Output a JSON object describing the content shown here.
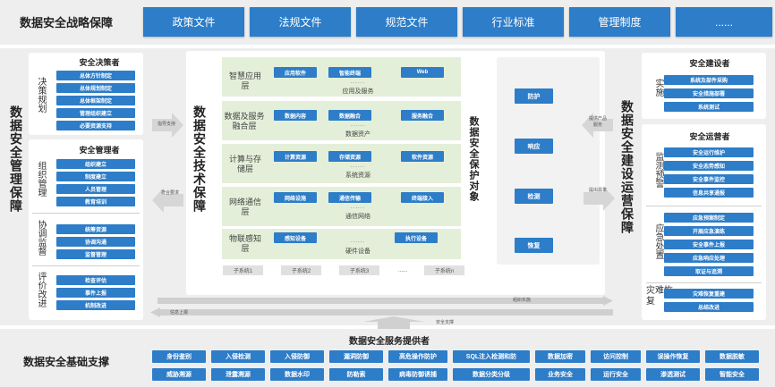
{
  "top": {
    "title": "数据安全战略保障",
    "tabs": [
      "政策文件",
      "法规文件",
      "规范文件",
      "行业标准",
      "管理制度",
      "......"
    ]
  },
  "left": {
    "title": "数据安全管理保障",
    "decision": {
      "title": "安全决策者",
      "group_label": "决策规划",
      "items": [
        "总体方针制定",
        "总体规划制定",
        "总体框架制定",
        "管理组织建立",
        "必要资源支持"
      ]
    },
    "manager": {
      "title": "安全管理者",
      "groups": [
        {
          "label": "组织管理",
          "items": [
            "组织建立",
            "制度建立",
            "人员管理",
            "教育培训"
          ]
        },
        {
          "label": "协调监督",
          "items": [
            "统筹资源",
            "协调沟通",
            "监督管理"
          ]
        },
        {
          "label": "评价改进",
          "items": [
            "检查评估",
            "事件上报",
            "机制改进"
          ]
        }
      ]
    }
  },
  "arrows": {
    "guide": "指导支持",
    "comply": "符合要求",
    "provide": "提供产品服务",
    "request": "提出需求",
    "org_impl": "组织实施",
    "info_report": "信息上报",
    "safety_support": "安全支撑"
  },
  "center": {
    "title": "数据安全技术保障",
    "layers": [
      {
        "name": "智慧应用层",
        "items": [
          "应用软件",
          "智能终端",
          "Web"
        ],
        "caption": "应用及服务",
        "dots": "......"
      },
      {
        "name": "数据及服务融合层",
        "items": [
          "数据内容",
          "数据融合",
          "服务融合"
        ],
        "caption": "数据资产",
        "dots": "......"
      },
      {
        "name": "计算与存储层",
        "items": [
          "计算资源",
          "存储资源",
          "软件资源"
        ],
        "caption": "系统资源",
        "dots": "......"
      },
      {
        "name": "网络通信层",
        "items": [
          "网络设施",
          "通信传输",
          "终端接入"
        ],
        "caption": "通信网络",
        "dots": "......"
      },
      {
        "name": "物联感知层",
        "items": [
          "感知设备",
          "执行设备"
        ],
        "caption": "硬件设备",
        "dots": "......"
      }
    ],
    "subsystems": [
      "子系统1",
      "子系统2",
      "子系统3",
      "......",
      "子系统n"
    ],
    "protect_title": "数据安全保护对象",
    "protect_items": [
      "防护",
      "响应",
      "检测",
      "恢复"
    ]
  },
  "right": {
    "title": "数据安全建设运营保障",
    "builder": {
      "title": "安全建设者",
      "group_label": "实施",
      "items": [
        "系统及部件采购",
        "安全措施部署",
        "系统测试"
      ]
    },
    "operator": {
      "title": "安全运营者",
      "groups": [
        {
          "label": "监测预警",
          "items": [
            "安全运行维护",
            "安全态势感知",
            "安全事件监控",
            "信息共享通报"
          ]
        },
        {
          "label": "应急处置",
          "items": [
            "应急预案制定",
            "开展应急演练",
            "安全事件上报",
            "应急响应处理",
            "取证与追溯"
          ]
        },
        {
          "label": "灾难恢复",
          "items": [
            "灾难恢复重建",
            "总结改进"
          ]
        }
      ]
    }
  },
  "bottom": {
    "title": "数据安全基础支撑",
    "provider_title": "数据安全服务提供者",
    "row1": [
      "身份鉴别",
      "入侵检测",
      "入侵防御",
      "漏洞防御",
      "高危操作防护",
      "SQL注入检测和防",
      "数据加密",
      "访问控制",
      "误操作恢复",
      "数据脱敏"
    ],
    "row2": [
      "威胁溯源",
      "泄露溯源",
      "数据水印",
      "防勒索",
      "病毒防御诱捕",
      "数据分类分级",
      "业务安全",
      "运行安全",
      "渗透测试",
      "智能安全"
    ]
  },
  "colors": {
    "accent": "#2d7dc8",
    "layer_bg": "#e4efd9",
    "band_bg": "#eeeeee"
  }
}
